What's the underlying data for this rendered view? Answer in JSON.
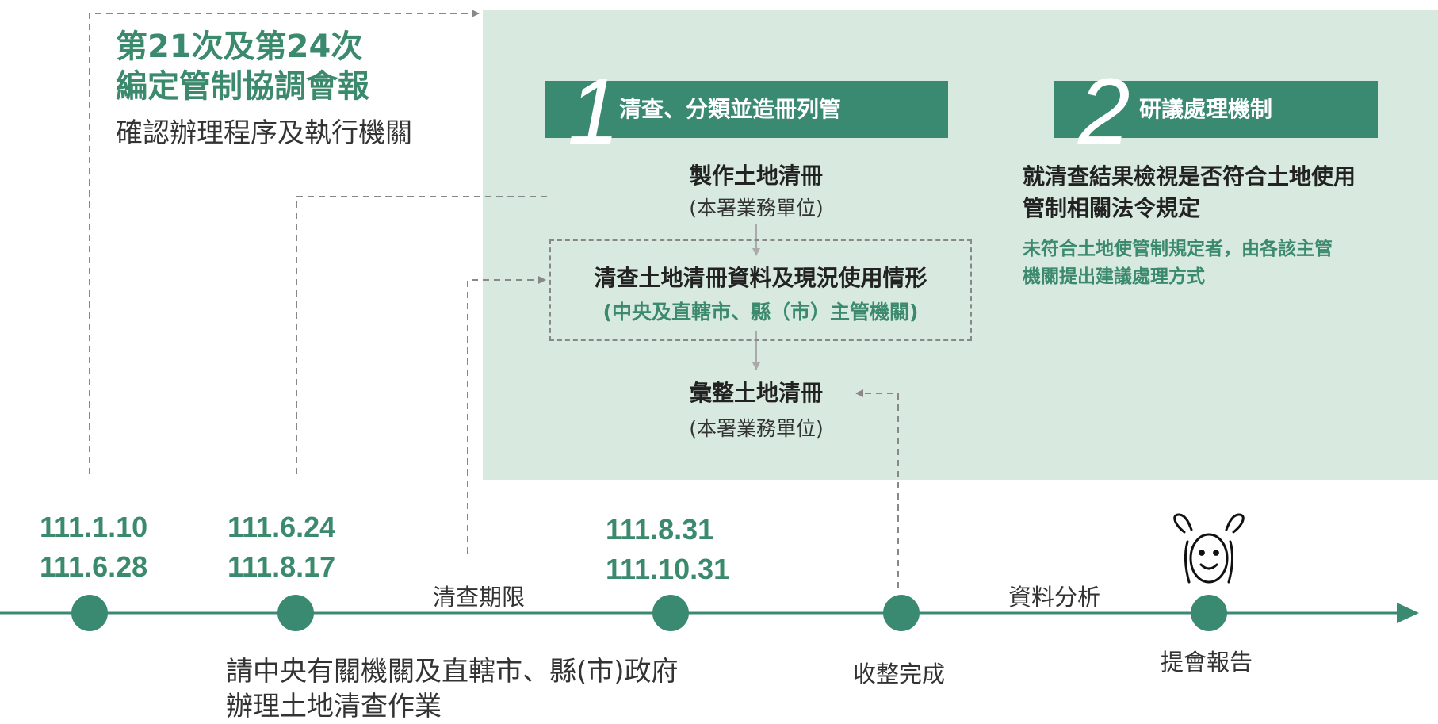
{
  "meeting": {
    "title_line1": "第21次及第24次",
    "title_line2": "編定管制協調會報",
    "subtitle": "確認辦理程序及執行機關"
  },
  "step1": {
    "number": "1",
    "label": "清查、分類並造冊列管",
    "items": {
      "make_register": "製作土地清冊",
      "make_register_unit": "(本署業務單位)",
      "inspect": "清查土地清冊資料及現況使用情形",
      "inspect_unit": "(中央及直轄市、縣（市）主管機關)",
      "compile": "彙整土地清冊",
      "compile_unit": "(本署業務單位)"
    }
  },
  "step2": {
    "number": "2",
    "label": "研議處理機制",
    "heading_line1": "就清查結果檢視是否符合土地使用",
    "heading_line2": "管制相關法令規定",
    "note_line1": "未符合土地使管制規定者，由各該主管",
    "note_line2": "機關提出建議處理方式"
  },
  "timeline": {
    "dates": [
      {
        "line1": "111.1.10",
        "line2": "111.6.28"
      },
      {
        "line1": "111.6.24",
        "line2": "111.8.17"
      },
      {
        "line1": "111.8.31",
        "line2": "111.10.31"
      }
    ],
    "segment_labels": {
      "inspection_deadline": "清查期限",
      "data_analysis": "資料分析"
    },
    "milestones": {
      "request_line1": "請中央有關機關及直轄市、縣(市)政府",
      "request_line2": "辦理土地清查作業",
      "compiled": "收整完成",
      "report": "提會報告"
    }
  },
  "colors": {
    "accent": "#3a8a72",
    "panel": "#d8eadf",
    "text_green": "#3c8a6e",
    "dashed": "#888888"
  }
}
